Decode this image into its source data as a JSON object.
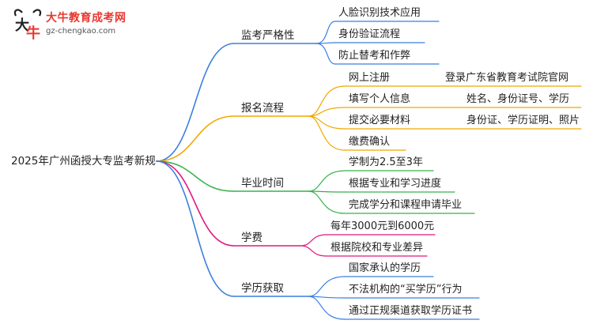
{
  "logo": {
    "title": "大牛教育成考网",
    "url": "gz-chengkao.com"
  },
  "mindmap": {
    "root": "2025年广州函授大专监考新规",
    "branches": [
      {
        "label": "监考严格性",
        "color": "#3b7fe0",
        "children": [
          "人脸识别技术应用",
          "身份验证流程",
          "防止替考和作弊"
        ]
      },
      {
        "label": "报名流程",
        "color": "#f0a800",
        "children": [
          "网上注册",
          "填写个人信息",
          "提交必要材料",
          "缴费确认"
        ],
        "details": [
          "登录广东省教育考试院官网",
          "姓名、身份证号、学历",
          "身份证、学历证明、照片"
        ]
      },
      {
        "label": "毕业时间",
        "color": "#33b34a",
        "children": [
          "学制为2.5至3年",
          "根据专业和学习进度",
          "完成学分和课程申请毕业"
        ]
      },
      {
        "label": "学费",
        "color": "#e0197d",
        "children": [
          "每年3000元到6000元",
          "根据院校和专业差异"
        ]
      },
      {
        "label": "学历获取",
        "color": "#3b7fe0",
        "children": [
          "国家承认的学历",
          "不法机构的“买学历”行为",
          "通过正规渠道获取学历证书"
        ]
      }
    ]
  }
}
